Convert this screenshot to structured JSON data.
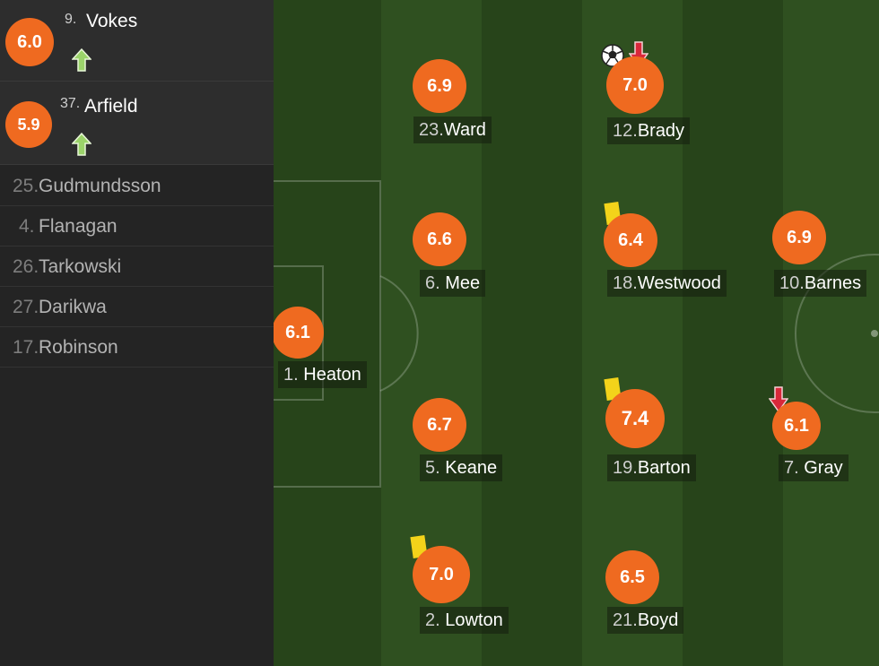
{
  "substitutes_used": [
    {
      "rating": "6.0",
      "number": "9.",
      "name": "Vokes",
      "status_icon": "sub-on-arrow-icon"
    },
    {
      "rating": "5.9",
      "number": "37.",
      "name": "Arfield",
      "status_icon": "sub-on-arrow-icon"
    }
  ],
  "bench": [
    {
      "number": "25.",
      "name": "Gudmundsson"
    },
    {
      "number": "4.",
      "name": "Flanagan"
    },
    {
      "number": "26.",
      "name": "Tarkowski"
    },
    {
      "number": "27.",
      "name": "Darikwa"
    },
    {
      "number": "17.",
      "name": "Robinson"
    }
  ],
  "lineup": {
    "goalkeeper": {
      "rating": "6.1",
      "number": "1.",
      "name": "Heaton"
    },
    "defenders": [
      {
        "rating": "6.9",
        "number": "23.",
        "name": "Ward"
      },
      {
        "rating": "6.6",
        "number": "6.",
        "name": "Mee"
      },
      {
        "rating": "6.7",
        "number": "5.",
        "name": "Keane"
      },
      {
        "rating": "7.0",
        "number": "2.",
        "name": "Lowton",
        "events": [
          "yellow-card"
        ]
      }
    ],
    "midfielders": [
      {
        "rating": "7.0",
        "number": "12.",
        "name": "Brady",
        "events": [
          "goal",
          "sub-off"
        ]
      },
      {
        "rating": "6.4",
        "number": "18.",
        "name": "Westwood",
        "events": [
          "yellow-card"
        ]
      },
      {
        "rating": "7.4",
        "number": "19.",
        "name": "Barton",
        "events": [
          "yellow-card"
        ]
      },
      {
        "rating": "6.5",
        "number": "21.",
        "name": "Boyd"
      }
    ],
    "forwards": [
      {
        "rating": "6.9",
        "number": "10.",
        "name": "Barnes"
      },
      {
        "rating": "6.1",
        "number": "7.",
        "name": "Gray",
        "events": [
          "sub-off"
        ]
      }
    ]
  },
  "colors": {
    "rating_badge": "#ef6a20",
    "pitch_dark": "#27441a",
    "pitch_light": "#2f5020",
    "yellow_card": "#f3d31a",
    "sub_on_arrow": "#9bd36a",
    "sub_off_arrow": "#d9283a"
  }
}
